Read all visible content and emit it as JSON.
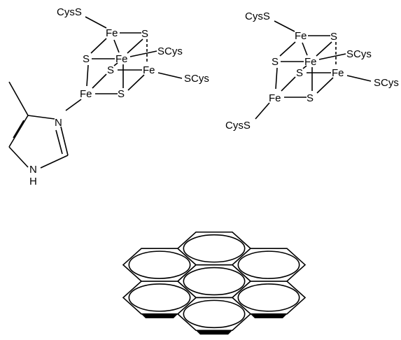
{
  "left_cluster": {
    "fe_top": "Fe",
    "fe_mid": "Fe",
    "fe_right": "Fe",
    "fe_bottom": "Fe",
    "s_top_right": "S",
    "s_left": "S",
    "s_inner": "S",
    "s_bottom": "S",
    "ligand_cys_top": "CysS",
    "ligand_cys_mid": "SCys",
    "ligand_cys_right": "SCys"
  },
  "imidazole": {
    "n_ring": "N",
    "n_h_n": "N",
    "n_h_h": "H"
  },
  "right_cluster": {
    "fe_top": "Fe",
    "fe_mid": "Fe",
    "fe_right": "Fe",
    "fe_bottom": "Fe",
    "s_top_right": "S",
    "s_left": "S",
    "s_inner": "S",
    "s_bottom": "S",
    "ligand_cys_top": "CysS",
    "ligand_cys_mid": "SCys",
    "ligand_cys_right": "SCys",
    "ligand_cys_bottom": "CysS"
  },
  "coronene": {
    "ring_count": 7
  }
}
